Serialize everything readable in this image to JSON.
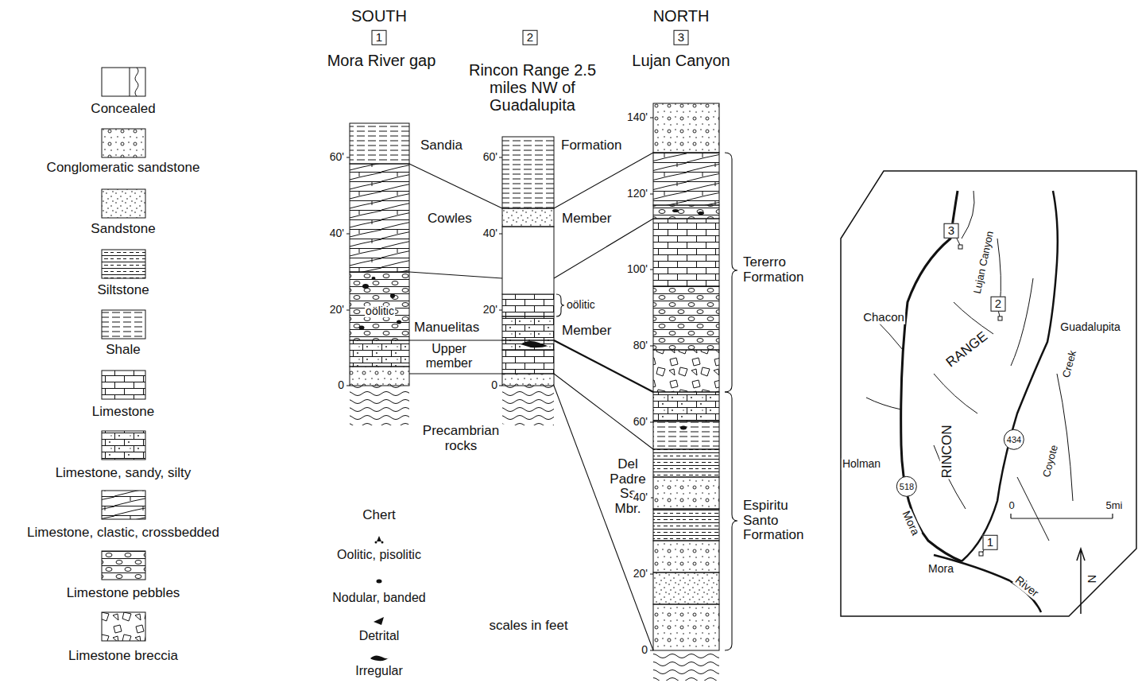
{
  "diagram": {
    "nodes": [
      {
        "text": [
          "1"
        ]
      },
      {
        "text": [
          "2"
        ]
      },
      {
        "text": [
          "3"
        ]
      },
      {
        "text": [
          "Chacon",
          "Guadalupita",
          "RANGE",
          "RINCON",
          "Holman",
          "Mora",
          "Mora",
          "River",
          "Coyote",
          "Creek",
          "Lujan Canyon",
          "0",
          "5mi",
          "N"
        ]
      },
      {
        "text": [
          "3"
        ],
        "in": 3
      },
      {
        "text": [
          "2"
        ],
        "in": 3
      },
      {
        "text": [
          "1"
        ],
        "in": 3
      },
      {
        "text": [
          "518"
        ],
        "in": 3
      },
      {
        "text": [
          "434"
        ],
        "in": 3
      }
    ],
    "labels": [
      "SOUTH",
      "NORTH",
      "Mora River gap",
      "Rincon Range 2.5 miles NW of Guadalupita",
      "Lujan Canyon",
      "Sandia",
      "Formation",
      "Cowles",
      "Member",
      "oölitic",
      "oölitic",
      "Manuelitas",
      "Member",
      "Upper member",
      "Precambrian rocks",
      "Del Padre Ss Mbr.",
      "Tererro Formation",
      "Espiritu Santo Formation",
      "Chert",
      "scales in feet",
      "60'",
      "40'",
      "20'",
      "0",
      "60'",
      "40'",
      "20'",
      "0",
      "140'",
      "120'",
      "100'",
      "80'",
      "60'",
      "40'",
      "20'",
      "0"
    ],
    "legend": [
      {
        "text": "Concealed"
      },
      {
        "text": "Conglomeratic sandstone"
      },
      {
        "text": "Sandstone"
      },
      {
        "text": "Siltstone"
      },
      {
        "text": "Shale"
      },
      {
        "text": "Limestone"
      },
      {
        "text": "Limestone, sandy, silty"
      },
      {
        "text": "Limestone, clastic, crossbedded"
      },
      {
        "text": "Limestone pebbles"
      },
      {
        "text": "Limestone breccia"
      },
      {
        "text": "Oolitic, pisolitic"
      },
      {
        "text": "Nodular, banded"
      },
      {
        "text": "Detrital"
      },
      {
        "text": "Irregular"
      }
    ]
  }
}
